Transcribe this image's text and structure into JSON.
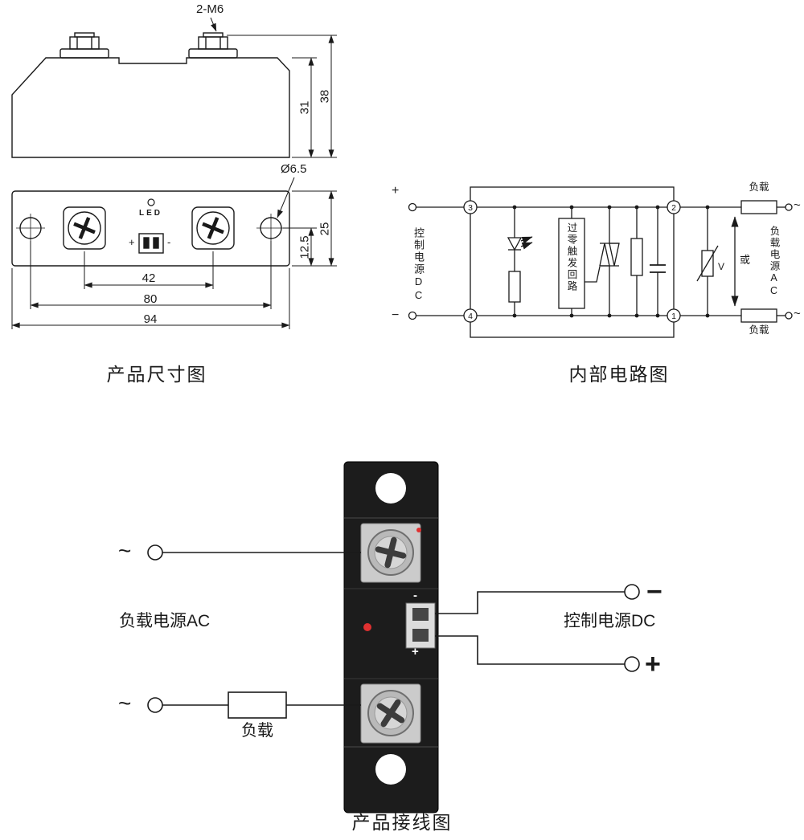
{
  "colors": {
    "module_body": "#1c1c1c",
    "led_red": "#e03131",
    "line": "#1a1a1a"
  },
  "captions": {
    "dimension_title": "产品尺寸图",
    "circuit_title": "内部电路图",
    "wiring_title": "产品接线图"
  },
  "dimension": {
    "bolt_spec": "2-M6",
    "height_body": "31",
    "height_total": "38",
    "hole_dia": "Ø6.5",
    "hole_offset": "12.5",
    "width_body": "25",
    "screw_spacing": "42",
    "hole_spacing": "80",
    "length_total": "94",
    "led_label": "LED",
    "conn_plus": "+",
    "conn_minus": "-"
  },
  "circuit": {
    "input_plus": "+",
    "input_minus": "−",
    "control_source": "控制电源DC",
    "terminals": {
      "t1": "1",
      "t2": "2",
      "t3": "3",
      "t4": "4"
    },
    "trigger_box": "过零触发回路",
    "varistor": "V",
    "or_label": "或",
    "load_top": "负载",
    "load_bottom": "负载",
    "load_source": "负载电源AC",
    "ac_top": "~",
    "ac_bottom": "~"
  },
  "wiring": {
    "ac_top": "~",
    "ac_bottom": "~",
    "load_source": "负载电源AC",
    "load": "负载",
    "control_source": "控制电源DC",
    "minus": "−",
    "plus": "+",
    "conn_minus": "-",
    "conn_plus": "+"
  }
}
